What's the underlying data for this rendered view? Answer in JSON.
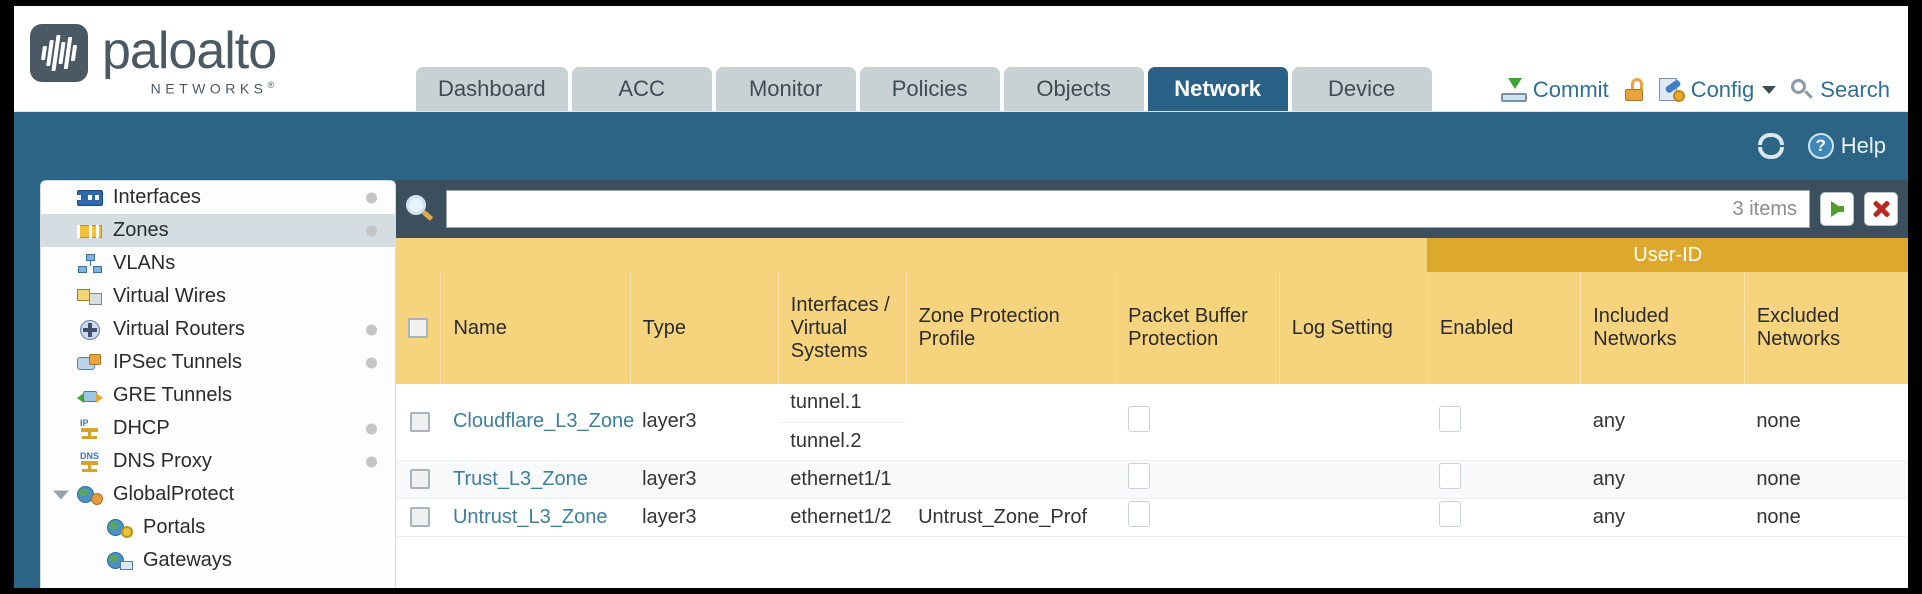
{
  "brand": {
    "name": "paloalto",
    "tagline": "NETWORKS",
    "trademark": "®"
  },
  "tabs": [
    {
      "label": "Dashboard",
      "active": false
    },
    {
      "label": "ACC",
      "active": false
    },
    {
      "label": "Monitor",
      "active": false
    },
    {
      "label": "Policies",
      "active": false
    },
    {
      "label": "Objects",
      "active": false
    },
    {
      "label": "Network",
      "active": true
    },
    {
      "label": "Device",
      "active": false
    }
  ],
  "header_actions": {
    "commit": "Commit",
    "config": "Config",
    "search": "Search"
  },
  "band": {
    "help": "Help"
  },
  "sidebar": {
    "items": [
      {
        "label": "Interfaces",
        "icon": "interfaces-icon",
        "selected": false,
        "dot": true,
        "child": false,
        "twisty": false
      },
      {
        "label": "Zones",
        "icon": "zones-icon",
        "selected": true,
        "dot": true,
        "child": false,
        "twisty": false
      },
      {
        "label": "VLANs",
        "icon": "vlans-icon",
        "selected": false,
        "dot": false,
        "child": false,
        "twisty": false
      },
      {
        "label": "Virtual Wires",
        "icon": "virtual-wires-icon",
        "selected": false,
        "dot": false,
        "child": false,
        "twisty": false
      },
      {
        "label": "Virtual Routers",
        "icon": "virtual-routers-icon",
        "selected": false,
        "dot": true,
        "child": false,
        "twisty": false
      },
      {
        "label": "IPSec Tunnels",
        "icon": "ipsec-tunnels-icon",
        "selected": false,
        "dot": true,
        "child": false,
        "twisty": false
      },
      {
        "label": "GRE Tunnels",
        "icon": "gre-tunnels-icon",
        "selected": false,
        "dot": false,
        "child": false,
        "twisty": false
      },
      {
        "label": "DHCP",
        "icon": "dhcp-icon",
        "selected": false,
        "dot": true,
        "child": false,
        "twisty": false
      },
      {
        "label": "DNS Proxy",
        "icon": "dns-proxy-icon",
        "selected": false,
        "dot": true,
        "child": false,
        "twisty": false
      },
      {
        "label": "GlobalProtect",
        "icon": "globalprotect-icon",
        "selected": false,
        "dot": false,
        "child": false,
        "twisty": true
      },
      {
        "label": "Portals",
        "icon": "portals-icon",
        "selected": false,
        "dot": false,
        "child": true,
        "twisty": false
      },
      {
        "label": "Gateways",
        "icon": "gateways-icon",
        "selected": false,
        "dot": false,
        "child": true,
        "twisty": false
      }
    ]
  },
  "toolbar": {
    "filter_value": "",
    "filter_placeholder": "",
    "items_count": "3 items",
    "apply_label": "apply-filter",
    "clear_label": "clear-filter"
  },
  "table": {
    "group_header": "User-ID",
    "columns": [
      "Name",
      "Type",
      "Interfaces / Virtual Systems",
      "Zone Protection Profile",
      "Packet Buffer Protection",
      "Log Setting",
      "Enabled",
      "Included Networks",
      "Excluded Networks"
    ],
    "rows": [
      {
        "name": "Cloudflare_L3_Zone",
        "type": "layer3",
        "interfaces": [
          "tunnel.1",
          "tunnel.2"
        ],
        "zone_protection_profile": "",
        "packet_buffer_protection": false,
        "log_setting": "",
        "userid_enabled": false,
        "included_networks": "any",
        "excluded_networks": "none",
        "selected": false
      },
      {
        "name": "Trust_L3_Zone",
        "type": "layer3",
        "interfaces": [
          "ethernet1/1"
        ],
        "zone_protection_profile": "",
        "packet_buffer_protection": false,
        "log_setting": "",
        "userid_enabled": false,
        "included_networks": "any",
        "excluded_networks": "none",
        "selected": false
      },
      {
        "name": "Untrust_L3_Zone",
        "type": "layer3",
        "interfaces": [
          "ethernet1/2"
        ],
        "zone_protection_profile": "Untrust_Zone_Prof",
        "packet_buffer_protection": false,
        "log_setting": "",
        "userid_enabled": false,
        "included_networks": "any",
        "excluded_networks": "none",
        "selected": false
      }
    ]
  },
  "colors": {
    "band_blue": "#2c6485",
    "active_tab": "#2a6287",
    "tab_gray": "#c8d2d4",
    "table_header": "#f6d37d",
    "group_header": "#dda92d",
    "link": "#3d7f9c",
    "panel_dark": "#3c4f5c"
  }
}
